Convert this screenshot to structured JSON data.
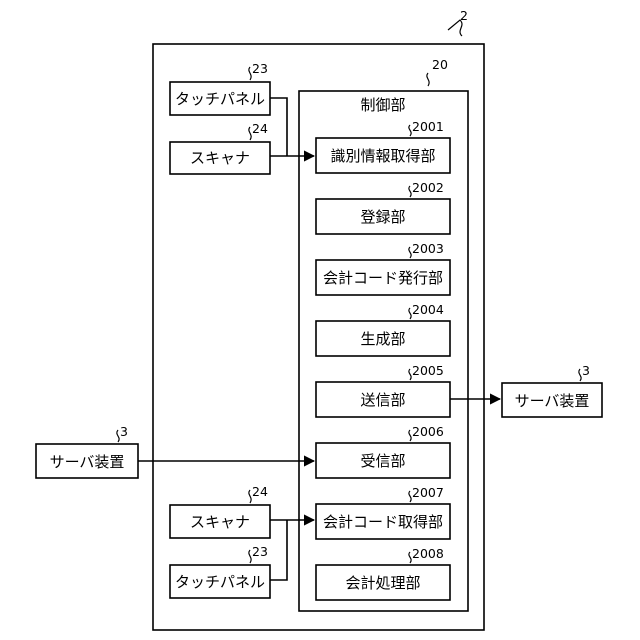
{
  "device": {
    "ref": "2"
  },
  "control_unit": {
    "ref": "20",
    "title": "制御部"
  },
  "modules": [
    {
      "ref": "2001",
      "label": "識別情報取得部"
    },
    {
      "ref": "2002",
      "label": "登録部"
    },
    {
      "ref": "2003",
      "label": "会計コード発行部"
    },
    {
      "ref": "2004",
      "label": "生成部"
    },
    {
      "ref": "2005",
      "label": "送信部"
    },
    {
      "ref": "2006",
      "label": "受信部"
    },
    {
      "ref": "2007",
      "label": "会計コード取得部"
    },
    {
      "ref": "2008",
      "label": "会計処理部"
    }
  ],
  "inputs_top": {
    "touch_panel": {
      "ref": "23",
      "label": "タッチパネル"
    },
    "scanner": {
      "ref": "24",
      "label": "スキャナ"
    }
  },
  "inputs_bottom": {
    "scanner": {
      "ref": "24",
      "label": "スキャナ"
    },
    "touch_panel": {
      "ref": "23",
      "label": "タッチパネル"
    }
  },
  "server_left": {
    "ref": "3",
    "label": "サーバ装置"
  },
  "server_right": {
    "ref": "3",
    "label": "サーバ装置"
  }
}
